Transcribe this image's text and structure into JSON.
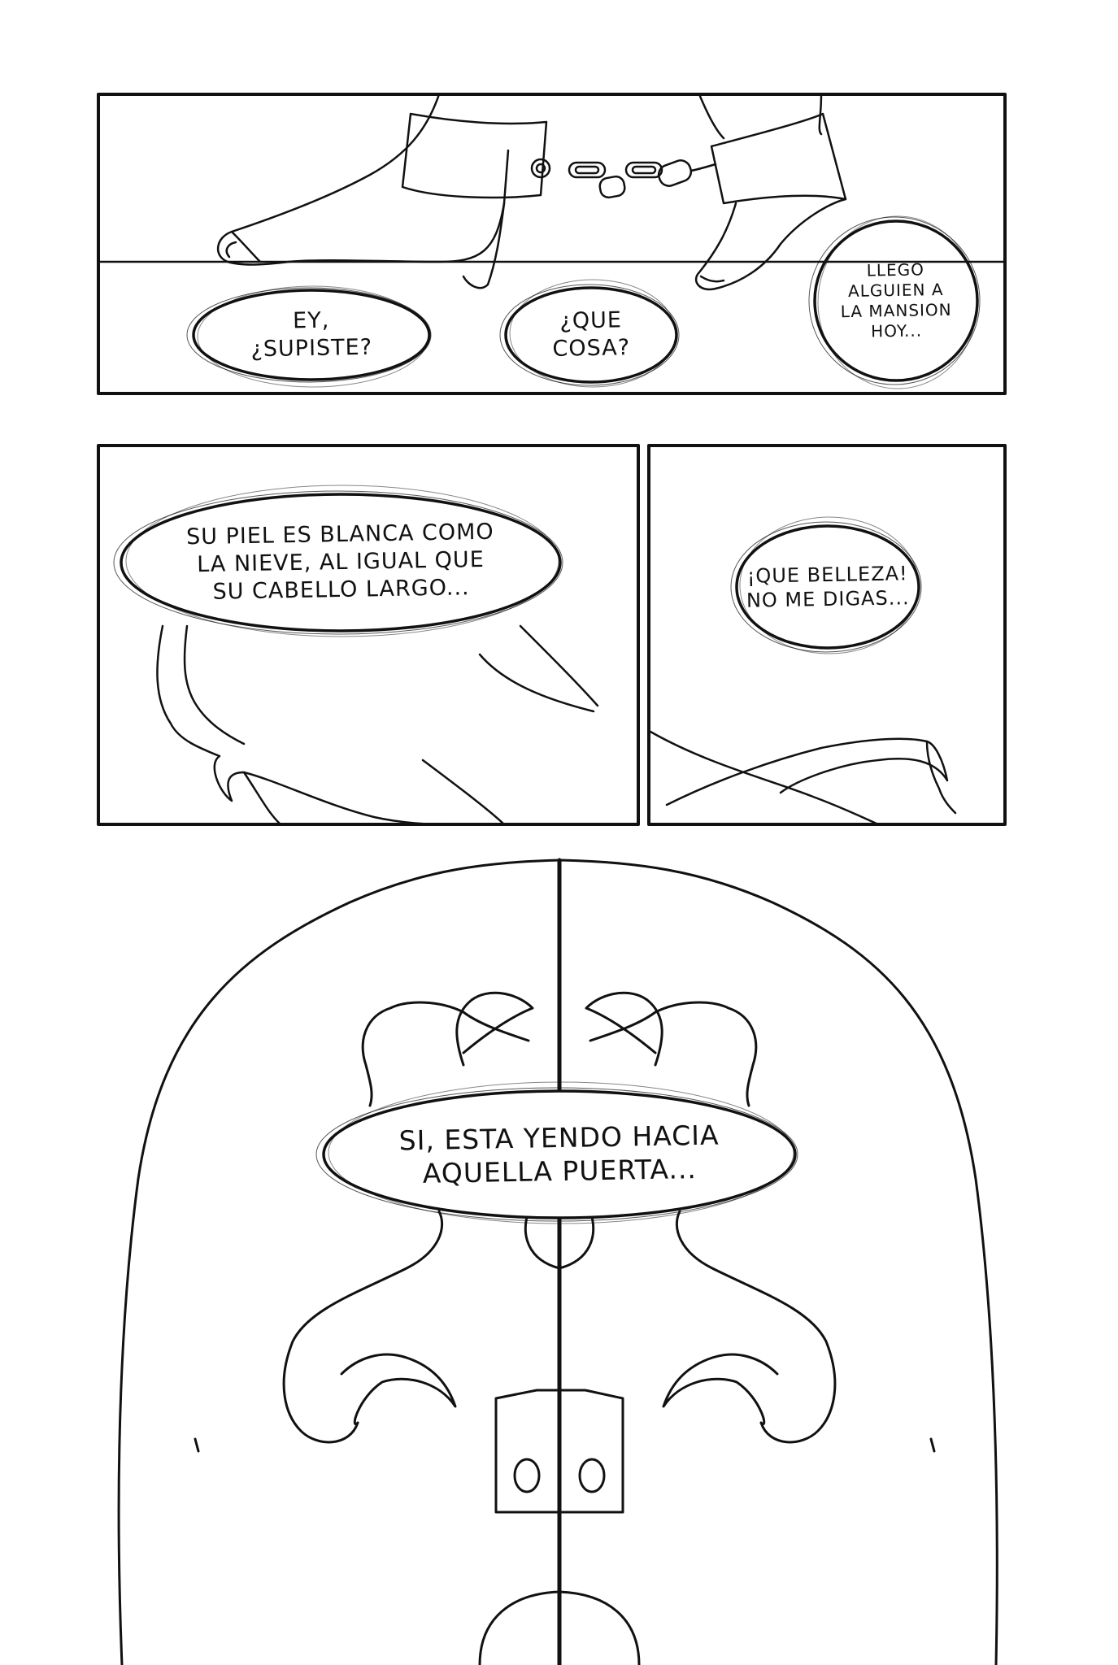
{
  "panels": [
    {
      "name": "panel-1",
      "bubbles": [
        {
          "id": "b1",
          "text": "EY,\n¿SUPISTE?"
        },
        {
          "id": "b2",
          "text": "¿QUE\nCOSA?"
        },
        {
          "id": "b3",
          "text": "LLEGO\nALGUIEN A\nLA MANSION\nHOY..."
        }
      ]
    },
    {
      "name": "panel-2",
      "bubbles": [
        {
          "id": "b4",
          "text": "SU PIEL ES BLANCA COMO\nLA NIEVE, AL IGUAL QUE\nSU CABELLO LARGO..."
        }
      ]
    },
    {
      "name": "panel-3",
      "bubbles": [
        {
          "id": "b5",
          "text": "¡QUE BELLEZA!\nNO ME DIGAS..."
        }
      ]
    },
    {
      "name": "panel-4",
      "bubbles": [
        {
          "id": "b6",
          "text": "SI, ESTA YENDO HACIA\nAQUELLA PUERTA..."
        }
      ]
    }
  ],
  "colors": {
    "ink": "#111111",
    "paper": "#ffffff"
  }
}
